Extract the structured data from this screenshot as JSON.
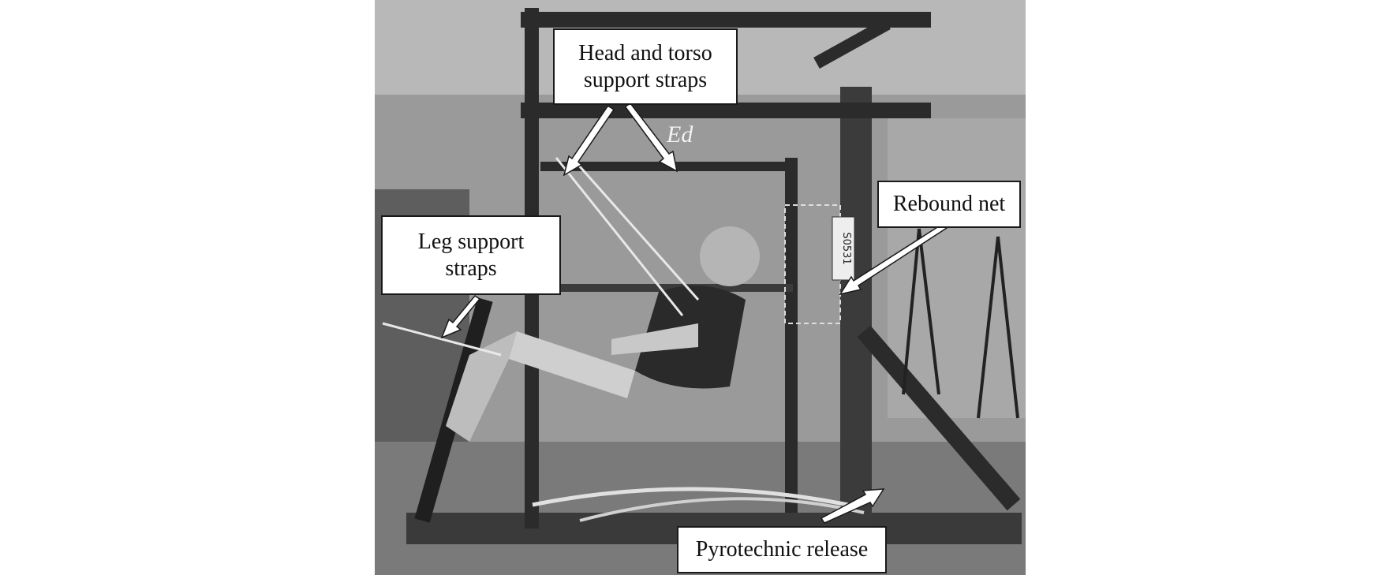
{
  "labels": {
    "head_torso": {
      "line1": "Head and torso",
      "line2": "support straps"
    },
    "leg_support": {
      "line1": "Leg support",
      "line2": "straps"
    },
    "rebound_net": {
      "line1": "Rebound net"
    },
    "pyrotechnic": {
      "line1": "Pyrotechnic release"
    }
  },
  "photo_text": {
    "sign": "Ed",
    "plate": "S0531"
  },
  "colors": {
    "photo_bg": "#8f8f8f",
    "frame": "#2b2b2b",
    "label_bg": "#ffffff",
    "label_border": "#1a1a1a",
    "arrow": "#ffffff"
  }
}
